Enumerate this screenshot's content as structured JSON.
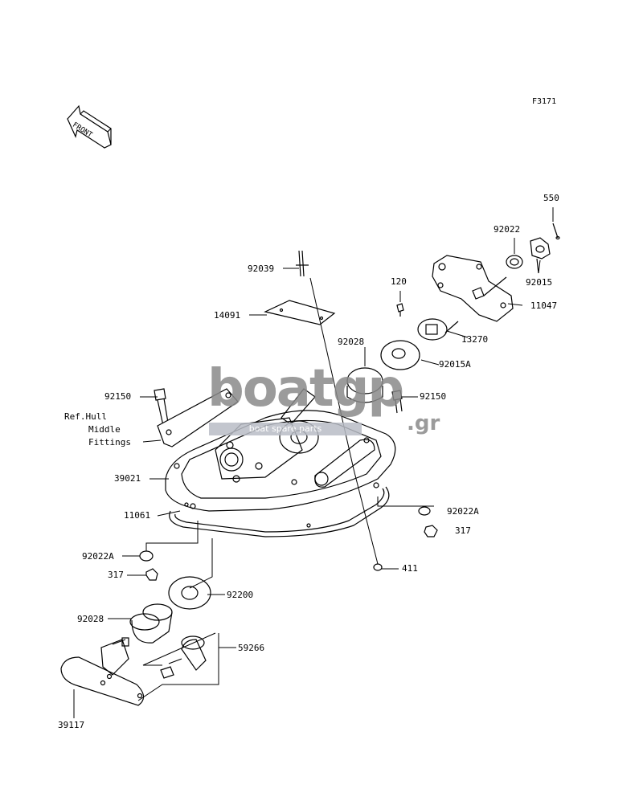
{
  "figure_id": "F3171",
  "front_label": "FRONT",
  "watermark": {
    "main": "boatgp",
    "sub": "boat spare parts",
    "tld": ".gr"
  },
  "labels": {
    "p550": "550",
    "p92022": "92022",
    "p92015": "92015",
    "p11047": "11047",
    "p92039": "92039",
    "p120": "120",
    "p14091": "14091",
    "p13270": "13270",
    "p92028_top": "92028",
    "p92015A": "92015A",
    "p92150_left": "92150",
    "p92150_right": "92150",
    "ref_line1": "Ref.Hull",
    "ref_line2": "Middle",
    "ref_line3": "Fittings",
    "p39021": "39021",
    "p11061": "11061",
    "p92022A_right": "92022A",
    "p317_right": "317",
    "p92022A_left": "92022A",
    "p317_left": "317",
    "p411": "411",
    "p92200": "92200",
    "p92028_bottom": "92028",
    "p59266": "59266",
    "p39117": "39117"
  }
}
